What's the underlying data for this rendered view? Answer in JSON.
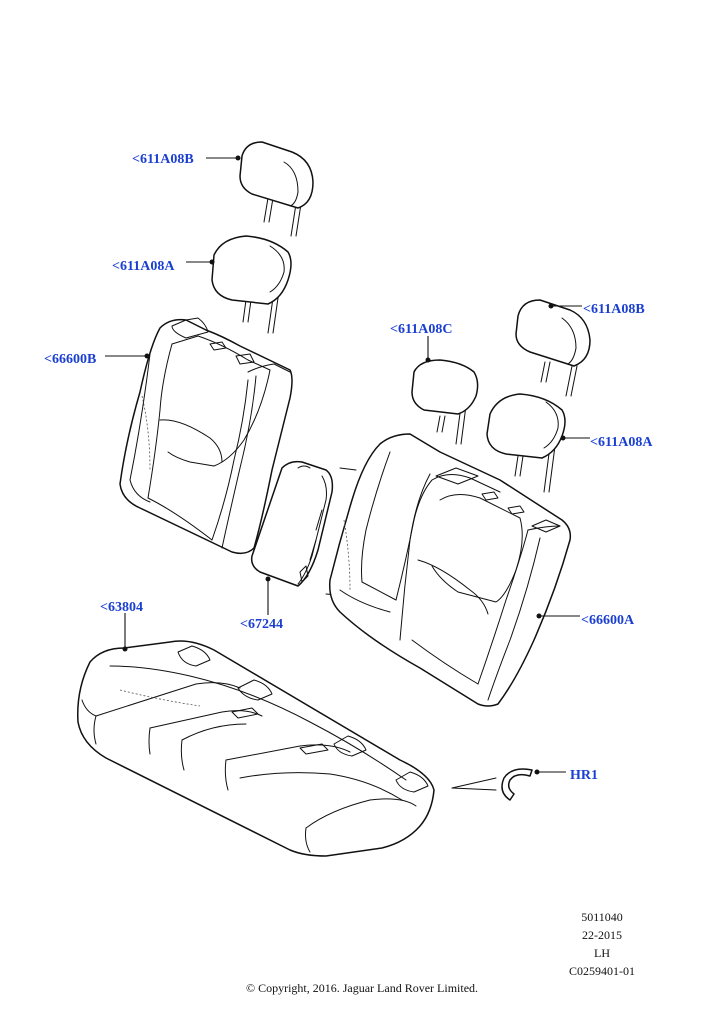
{
  "callouts": [
    {
      "id": "headrest-top-left",
      "label": "<611A08B"
    },
    {
      "id": "headrest-left",
      "label": "<611A08A"
    },
    {
      "id": "backrest-left",
      "label": "<66600B"
    },
    {
      "id": "headrest-center",
      "label": "<611A08C"
    },
    {
      "id": "headrest-top-right",
      "label": "<611A08B"
    },
    {
      "id": "headrest-right",
      "label": "<611A08A"
    },
    {
      "id": "armrest",
      "label": "<67244"
    },
    {
      "id": "backrest-right",
      "label": "<66600A"
    },
    {
      "id": "seat-cushion",
      "label": "<63804"
    },
    {
      "id": "hog-ring",
      "label": "HR1"
    }
  ],
  "info_block": {
    "line1": "5011040",
    "line2": "22-2015",
    "line3": "LH",
    "line4": "C0259401-01"
  },
  "copyright": "© Copyright, 2016. Jaguar Land Rover Limited.",
  "colors": {
    "label": "#1a3fd1",
    "line": "#111111",
    "background": "#ffffff"
  }
}
